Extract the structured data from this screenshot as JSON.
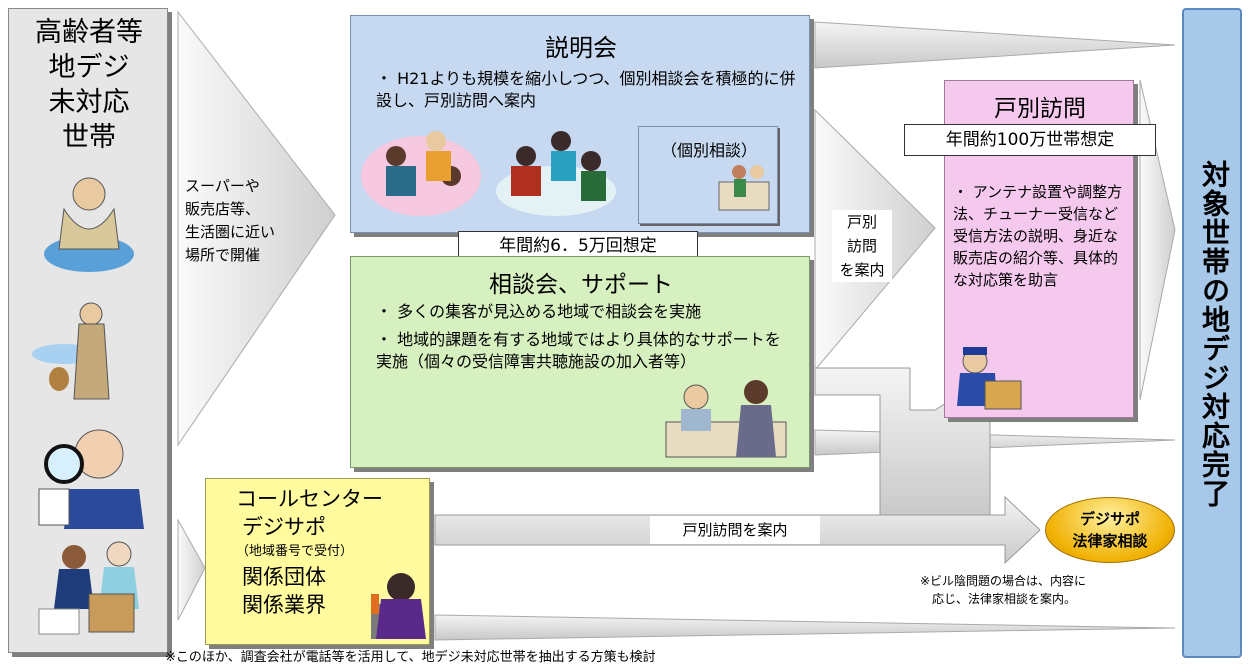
{
  "left_panel": {
    "title_lines": [
      "高齢者等",
      "地デジ",
      "未対応",
      "世帯"
    ]
  },
  "venue_label": [
    "スーパーや",
    "販売店等、",
    "生活圏に近い",
    "場所で開催"
  ],
  "briefing": {
    "title": "説明会",
    "bullet": "・ H21よりも規模を縮小しつつ、個別相談会を積極的に併設し、戸別訪問へ案内",
    "sub_box": "（個別相談）",
    "estimate": "年間約6．5万回想定"
  },
  "consultation": {
    "title": "相談会、サポート",
    "bullets": [
      "・ 多くの集客が見込める地域で相談会を実施",
      "・ 地域的課題を有する地域ではより具体的なサポートを実施（個々の受信障害共聴施設の加入者等）"
    ]
  },
  "door_guide_label": [
    "戸別",
    "訪問",
    "を案内"
  ],
  "door_to_door": {
    "title": "戸別訪問",
    "estimate": "年間約100万世帯想定",
    "bullet": "・ アンテナ設置や調整方法、チューナー受信など受信方法の説明、身近な販売店の紹介等、具体的な対応策を助言"
  },
  "call_center": {
    "lines": [
      "コールセンター",
      "デジサポ"
    ],
    "small": "（地域番号で受付）",
    "lines2": [
      "関係団体",
      "関係業界"
    ]
  },
  "door_guide_arrow_label": "戸別訪問を案内",
  "legal": {
    "lines": [
      "デジサポ",
      "法律家相談"
    ],
    "note": [
      "※ビル陰問題の場合は、内容に",
      "応じ、法律家相談を案内。"
    ]
  },
  "right_banner": "対象世帯の地デジ対応完了",
  "footer_note": "※このほか、調査会社が電話等を活用して、地デジ未対応世帯を抽出する方策も検討",
  "colors": {
    "briefing_fill": "#c6d9f1",
    "consult_fill": "#d7f0bf",
    "door_fill": "#f5c9ee",
    "call_fill": "#fffb9e",
    "banner_fill": "#a8c8ea",
    "legal_fill": "#f5b400"
  }
}
